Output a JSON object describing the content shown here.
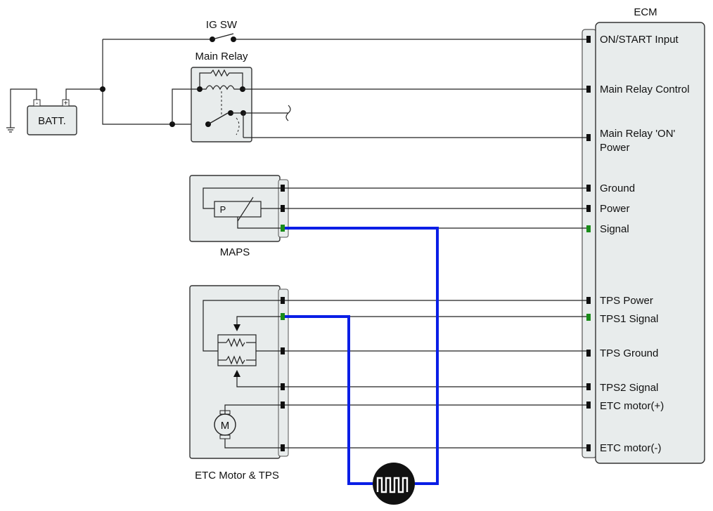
{
  "ecm": {
    "title": "ECM",
    "pins": [
      {
        "label": "ON/START Input",
        "color": "#111111"
      },
      {
        "label": "Main Relay Control",
        "color": "#111111"
      },
      {
        "label": "Main Relay 'ON'",
        "color": "#111111"
      },
      {
        "label": "Power",
        "color": "#111111"
      },
      {
        "label": "Ground",
        "color": "#111111"
      },
      {
        "label": "Power",
        "color": "#111111"
      },
      {
        "label": "Signal",
        "color": "#1a8c1a"
      },
      {
        "label": "TPS Power",
        "color": "#111111"
      },
      {
        "label": "TPS1 Signal",
        "color": "#1a8c1a"
      },
      {
        "label": "TPS Ground",
        "color": "#111111"
      },
      {
        "label": "TPS2 Signal",
        "color": "#111111"
      },
      {
        "label": "ETC motor(+)",
        "color": "#111111"
      },
      {
        "label": "ETC motor(-)",
        "color": "#111111"
      }
    ]
  },
  "components": {
    "ig_switch": "IG SW",
    "main_relay": "Main Relay",
    "battery": "BATT.",
    "battery_neg": "-",
    "battery_pos": "+",
    "maps": "MAPS",
    "maps_sensor_letter": "P",
    "etc": "ETC Motor & TPS",
    "motor_letter": "M"
  },
  "colors": {
    "highlight_wire": "#0a1ee6",
    "signal_text": "#1a8c1a",
    "connector_signal": "#1a8c1a",
    "connector": "#111111",
    "box_fill": "#e8ecec"
  }
}
